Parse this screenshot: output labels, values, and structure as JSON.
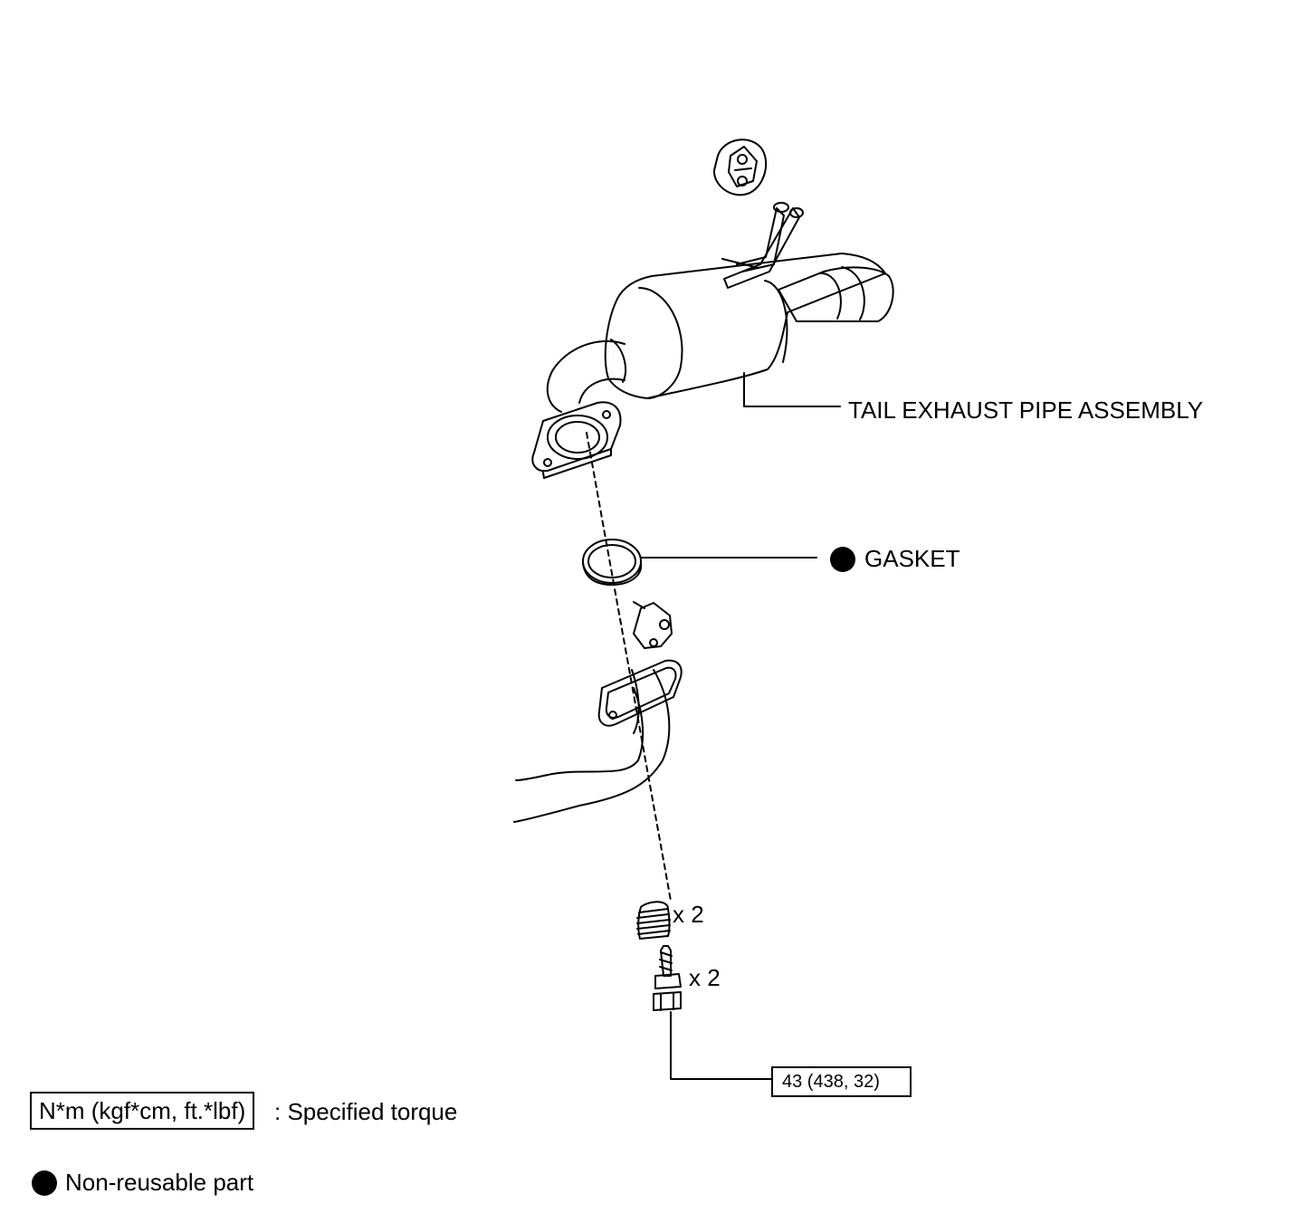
{
  "labels": {
    "tail_pipe": "TAIL EXHAUST PIPE ASSEMBLY",
    "gasket": "GASKET",
    "spring_qty": "x 2",
    "bolt_qty": "x 2",
    "torque": "43 (438, 32)"
  },
  "legend": {
    "torque_unit": "N*m (kgf*cm, ft.*lbf)",
    "torque_desc": ": Specified torque",
    "nonreusable": "Non-reusable part"
  }
}
